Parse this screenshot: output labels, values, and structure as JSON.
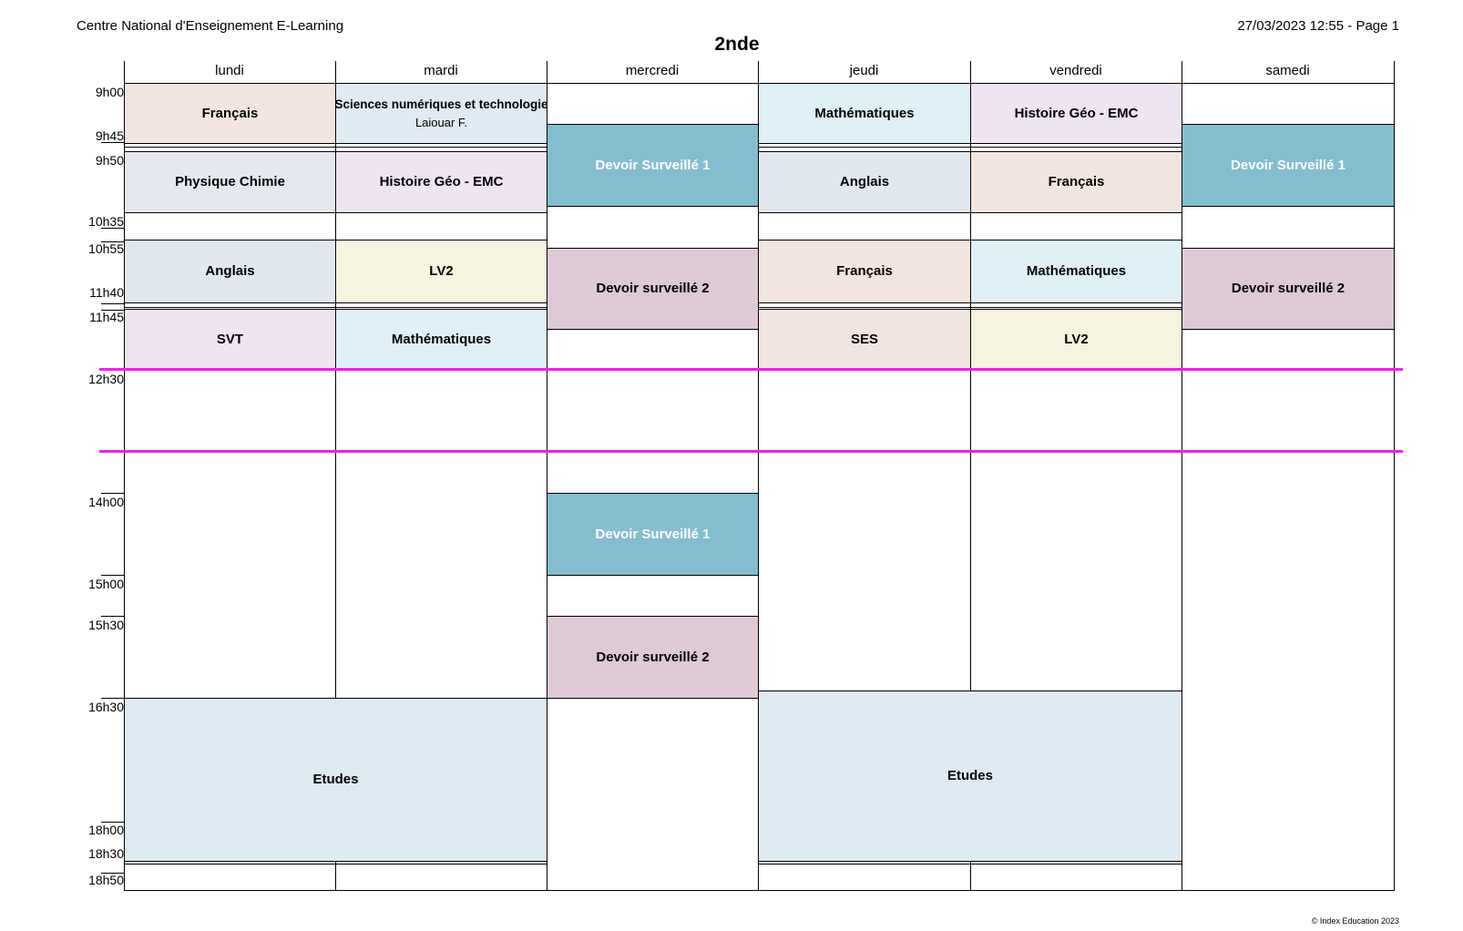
{
  "header": {
    "institution": "Centre National d'Enseignement E-Learning",
    "datetime_page": "27/03/2023 12:55 - Page 1",
    "title": "2nde",
    "copyright": "© Index Education 2023"
  },
  "days": [
    "lundi",
    "mardi",
    "mercredi",
    "jeudi",
    "vendredi",
    "samedi"
  ],
  "times": [
    "9h00",
    "9h45",
    "9h50",
    "10h35",
    "10h55",
    "11h40",
    "11h45",
    "12h30",
    "14h00",
    "15h00",
    "15h30",
    "16h30",
    "18h00",
    "18h30",
    "18h50"
  ],
  "colors": {
    "francais": "#f3e5e0",
    "sciences": "#e1ebf3",
    "mathematiques": "#dff0f7",
    "histoire": "#efe4f2",
    "physique": "#e6e8f1",
    "anglais": "#e2e8f0",
    "lv2": "#f6f3df",
    "svt": "#f0e4f2",
    "ses": "#f2e4e0",
    "devoir1": "#84bdd0",
    "devoir2": "#dfc9d6",
    "etudes": "#deebf3",
    "highlight_line": "#ee22e6"
  },
  "courses": {
    "lundi_1": "Français",
    "lundi_2": "Physique Chimie",
    "lundi_3": "Anglais",
    "lundi_4": "SVT",
    "mardi_1": "Sciences numériques et technologie",
    "mardi_1_teacher": "Laiouar F.",
    "mardi_2": "Histoire Géo - EMC",
    "mardi_3": "LV2",
    "mardi_4": "Mathématiques",
    "mercredi_1": "Devoir Surveillé 1",
    "mercredi_2": "Devoir surveillé 2",
    "mercredi_3": "Devoir Surveillé 1",
    "mercredi_4": "Devoir surveillé 2",
    "jeudi_1": "Mathématiques",
    "jeudi_2": "Anglais",
    "jeudi_3": "Français",
    "jeudi_4": "SES",
    "vendredi_1": "Histoire Géo - EMC",
    "vendredi_2": "Français",
    "vendredi_3": "Mathématiques",
    "vendredi_4": "LV2",
    "samedi_1": "Devoir Surveillé 1",
    "samedi_2": "Devoir surveillé 2",
    "etudes_left": "Etudes",
    "etudes_right": "Etudes"
  }
}
